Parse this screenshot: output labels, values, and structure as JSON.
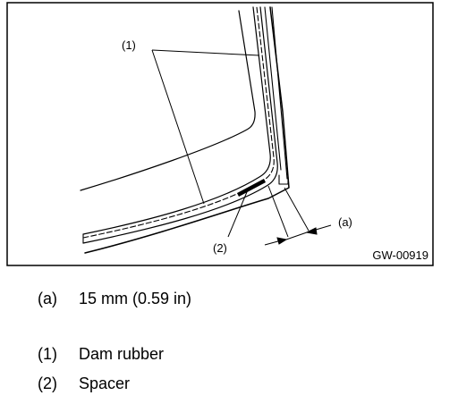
{
  "figure": {
    "figure_id": "GW-00919",
    "callouts": {
      "part1": "(1)",
      "part2": "(2)",
      "dimension_a": "(a)"
    }
  },
  "legend": [
    {
      "key": "(a)",
      "text": "15 mm (0.59 in)"
    },
    {
      "key": "(1)",
      "text": "Dam rubber"
    },
    {
      "key": "(2)",
      "text": "Spacer"
    }
  ]
}
